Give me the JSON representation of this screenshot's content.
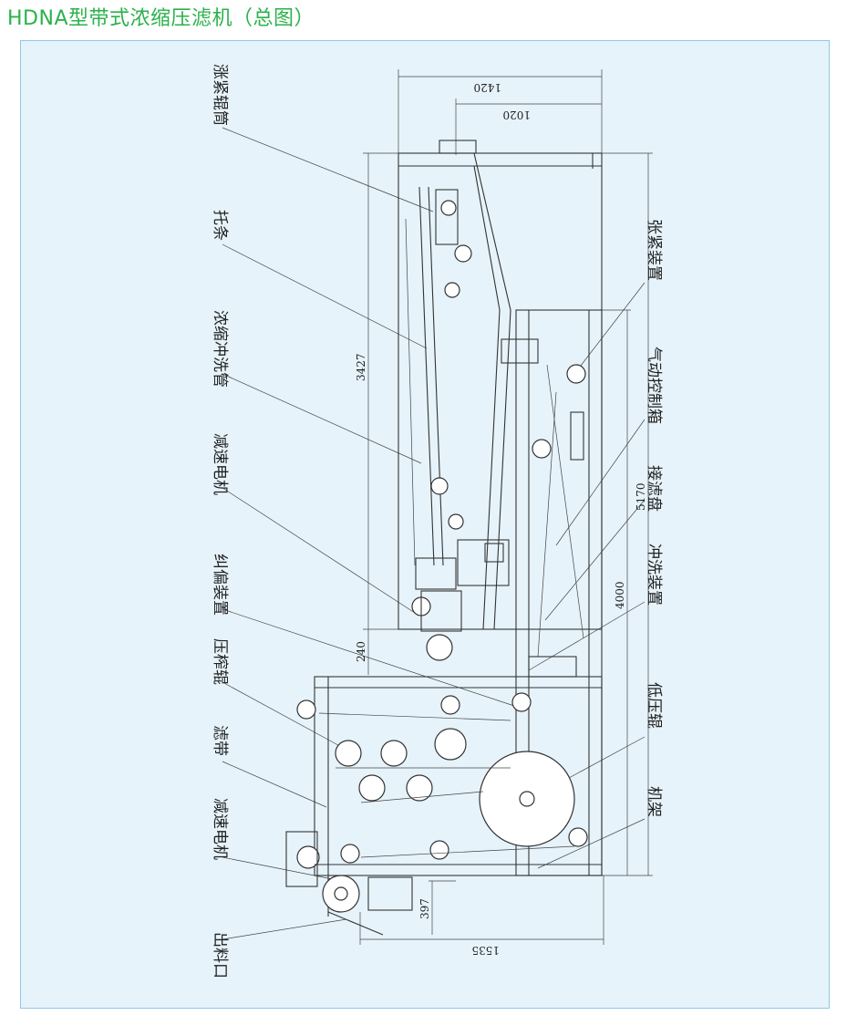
{
  "title": "HDNA型带式浓缩压滤机（总图）",
  "labels_left": [
    "涨紧辊筒",
    "托条",
    "浓缩冲洗管",
    "减速电机",
    "纠偏装置",
    "压榨辊",
    "滤带",
    "减速电机",
    "出料口"
  ],
  "labels_right": [
    "张紧装置",
    "气动控制箱",
    "接滤盘",
    "冲洗装置",
    "低压辊",
    "机架"
  ],
  "dimensions": {
    "top_outer": "1420",
    "top_inner": "1020",
    "height_left": "3427",
    "height_offset": "240",
    "height_total": "5170",
    "height_lower": "4000",
    "bottom_height": "397",
    "bottom_width": "1535"
  },
  "colors": {
    "title": "#2bb24c",
    "panel": "#e6f3fb",
    "panel_border": "#8fc8e8"
  }
}
